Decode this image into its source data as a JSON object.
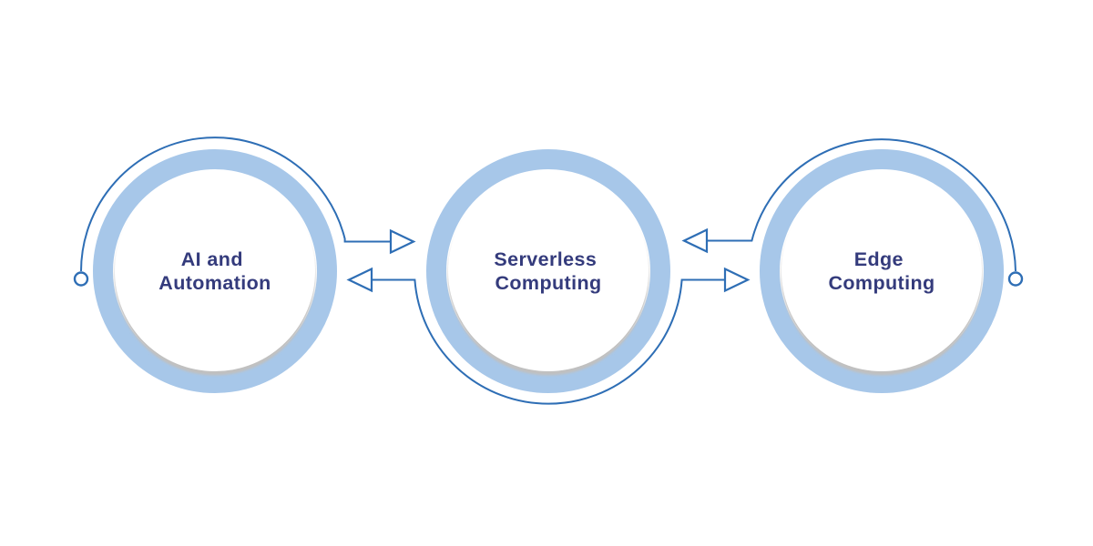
{
  "diagram": {
    "nodes": [
      {
        "id": "ai-and-automation",
        "label": "AI and Automation",
        "label_lines": [
          "AI and",
          "Automation"
        ]
      },
      {
        "id": "serverless-computing",
        "label": "Serverless Computing",
        "label_lines": [
          "Serverless",
          "Computing"
        ]
      },
      {
        "id": "edge-computing",
        "label": "Edge Computing",
        "label_lines": [
          "Edge",
          "Computing"
        ]
      }
    ],
    "connections": [
      {
        "from": "ai-and-automation",
        "to": "serverless-computing",
        "style": "open-arrow"
      },
      {
        "from": "serverless-computing",
        "to": "ai-and-automation",
        "style": "open-arrow"
      },
      {
        "from": "edge-computing",
        "to": "serverless-computing",
        "style": "open-arrow"
      },
      {
        "from": "serverless-computing",
        "to": "edge-computing",
        "style": "open-arrow"
      }
    ],
    "colors": {
      "ring": "#a7c7e9",
      "ring_shadow": "#c0c0c0",
      "node_fill": "#ffffff",
      "label_text": "#343b7c",
      "connector": "#2e6eb5",
      "background": "#ffffff"
    }
  }
}
